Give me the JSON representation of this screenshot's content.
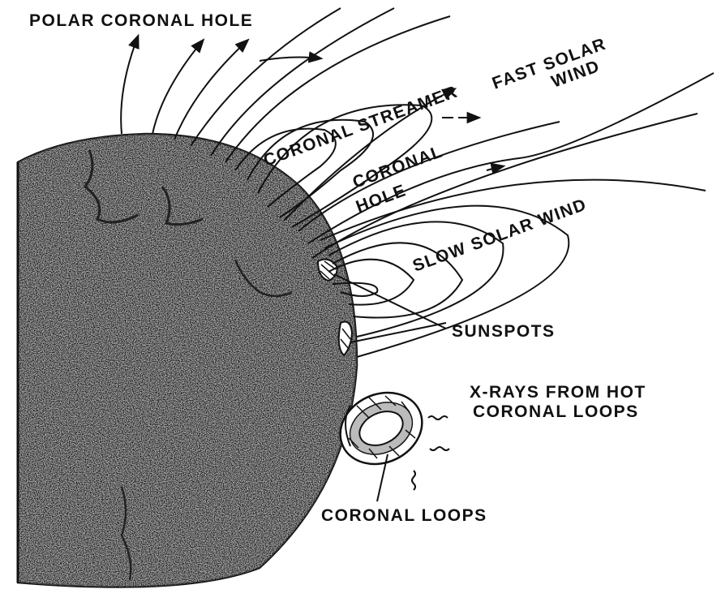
{
  "diagram": {
    "labels": {
      "polar_coronal_hole": "POLAR CORONAL HOLE",
      "coronal_streamer": "CORONAL STREAMER",
      "fast_solar_wind_1": "FAST SOLAR",
      "fast_solar_wind_2": "WIND",
      "coronal_hole_1": "CORONAL",
      "coronal_hole_2": "HOLE",
      "slow_solar_wind": "SLOW SOLAR WIND",
      "sunspots": "SUNSPOTS",
      "xrays_1": "X-RAYS FROM HOT",
      "xrays_2": "CORONAL LOOPS",
      "coronal_loops": "CORONAL LOOPS"
    },
    "colors": {
      "ink": "#111111",
      "sun_fill": "#8a8a8a",
      "sun_texture_dark": "#3a3a3a",
      "sun_texture_light": "#e8e8e8",
      "background": "#ffffff"
    }
  }
}
